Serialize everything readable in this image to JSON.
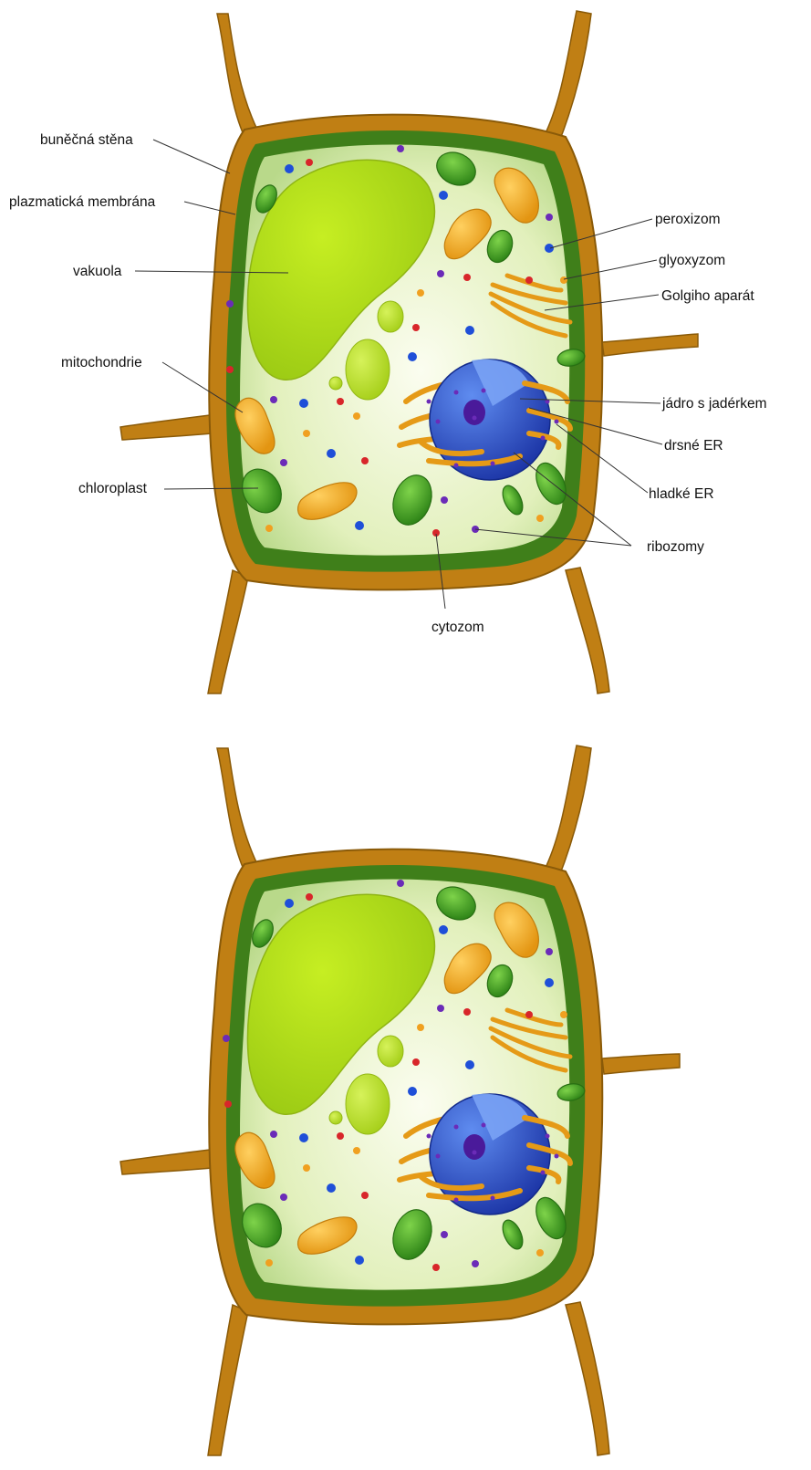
{
  "diagram": {
    "labels": {
      "cell_wall": "buněčná stěna",
      "plasma_membrane": "plazmatická membrána",
      "vacuole": "vakuola",
      "mitochondrion": "mitochondrie",
      "chloroplast": "chloroplast",
      "peroxisome": "peroxizom",
      "glyoxysome": "glyoxyzom",
      "golgi": "Golgiho aparát",
      "nucleus": "jádro s jadérkem",
      "rough_er": "drsné ER",
      "smooth_er": "hladké ER",
      "ribosomes": "ribozomy",
      "cytosol": "cytozom"
    },
    "colors": {
      "cell_wall": "#c07f14",
      "membrane": "#3f7f1a",
      "cytoplasm": "#e7f3c6",
      "vacuole": "#b2e01a",
      "chloroplast": "#3e9a22",
      "mitochondrion": "#f1a820",
      "nucleus": "#2a4fc8",
      "nucleolus": "#4a1a9a",
      "particle_blue": "#1f4fd8",
      "particle_red": "#d8262a",
      "particle_purple": "#6b2bb8",
      "particle_orange": "#f0a020"
    },
    "panels": [
      "labeled",
      "unlabeled"
    ]
  }
}
